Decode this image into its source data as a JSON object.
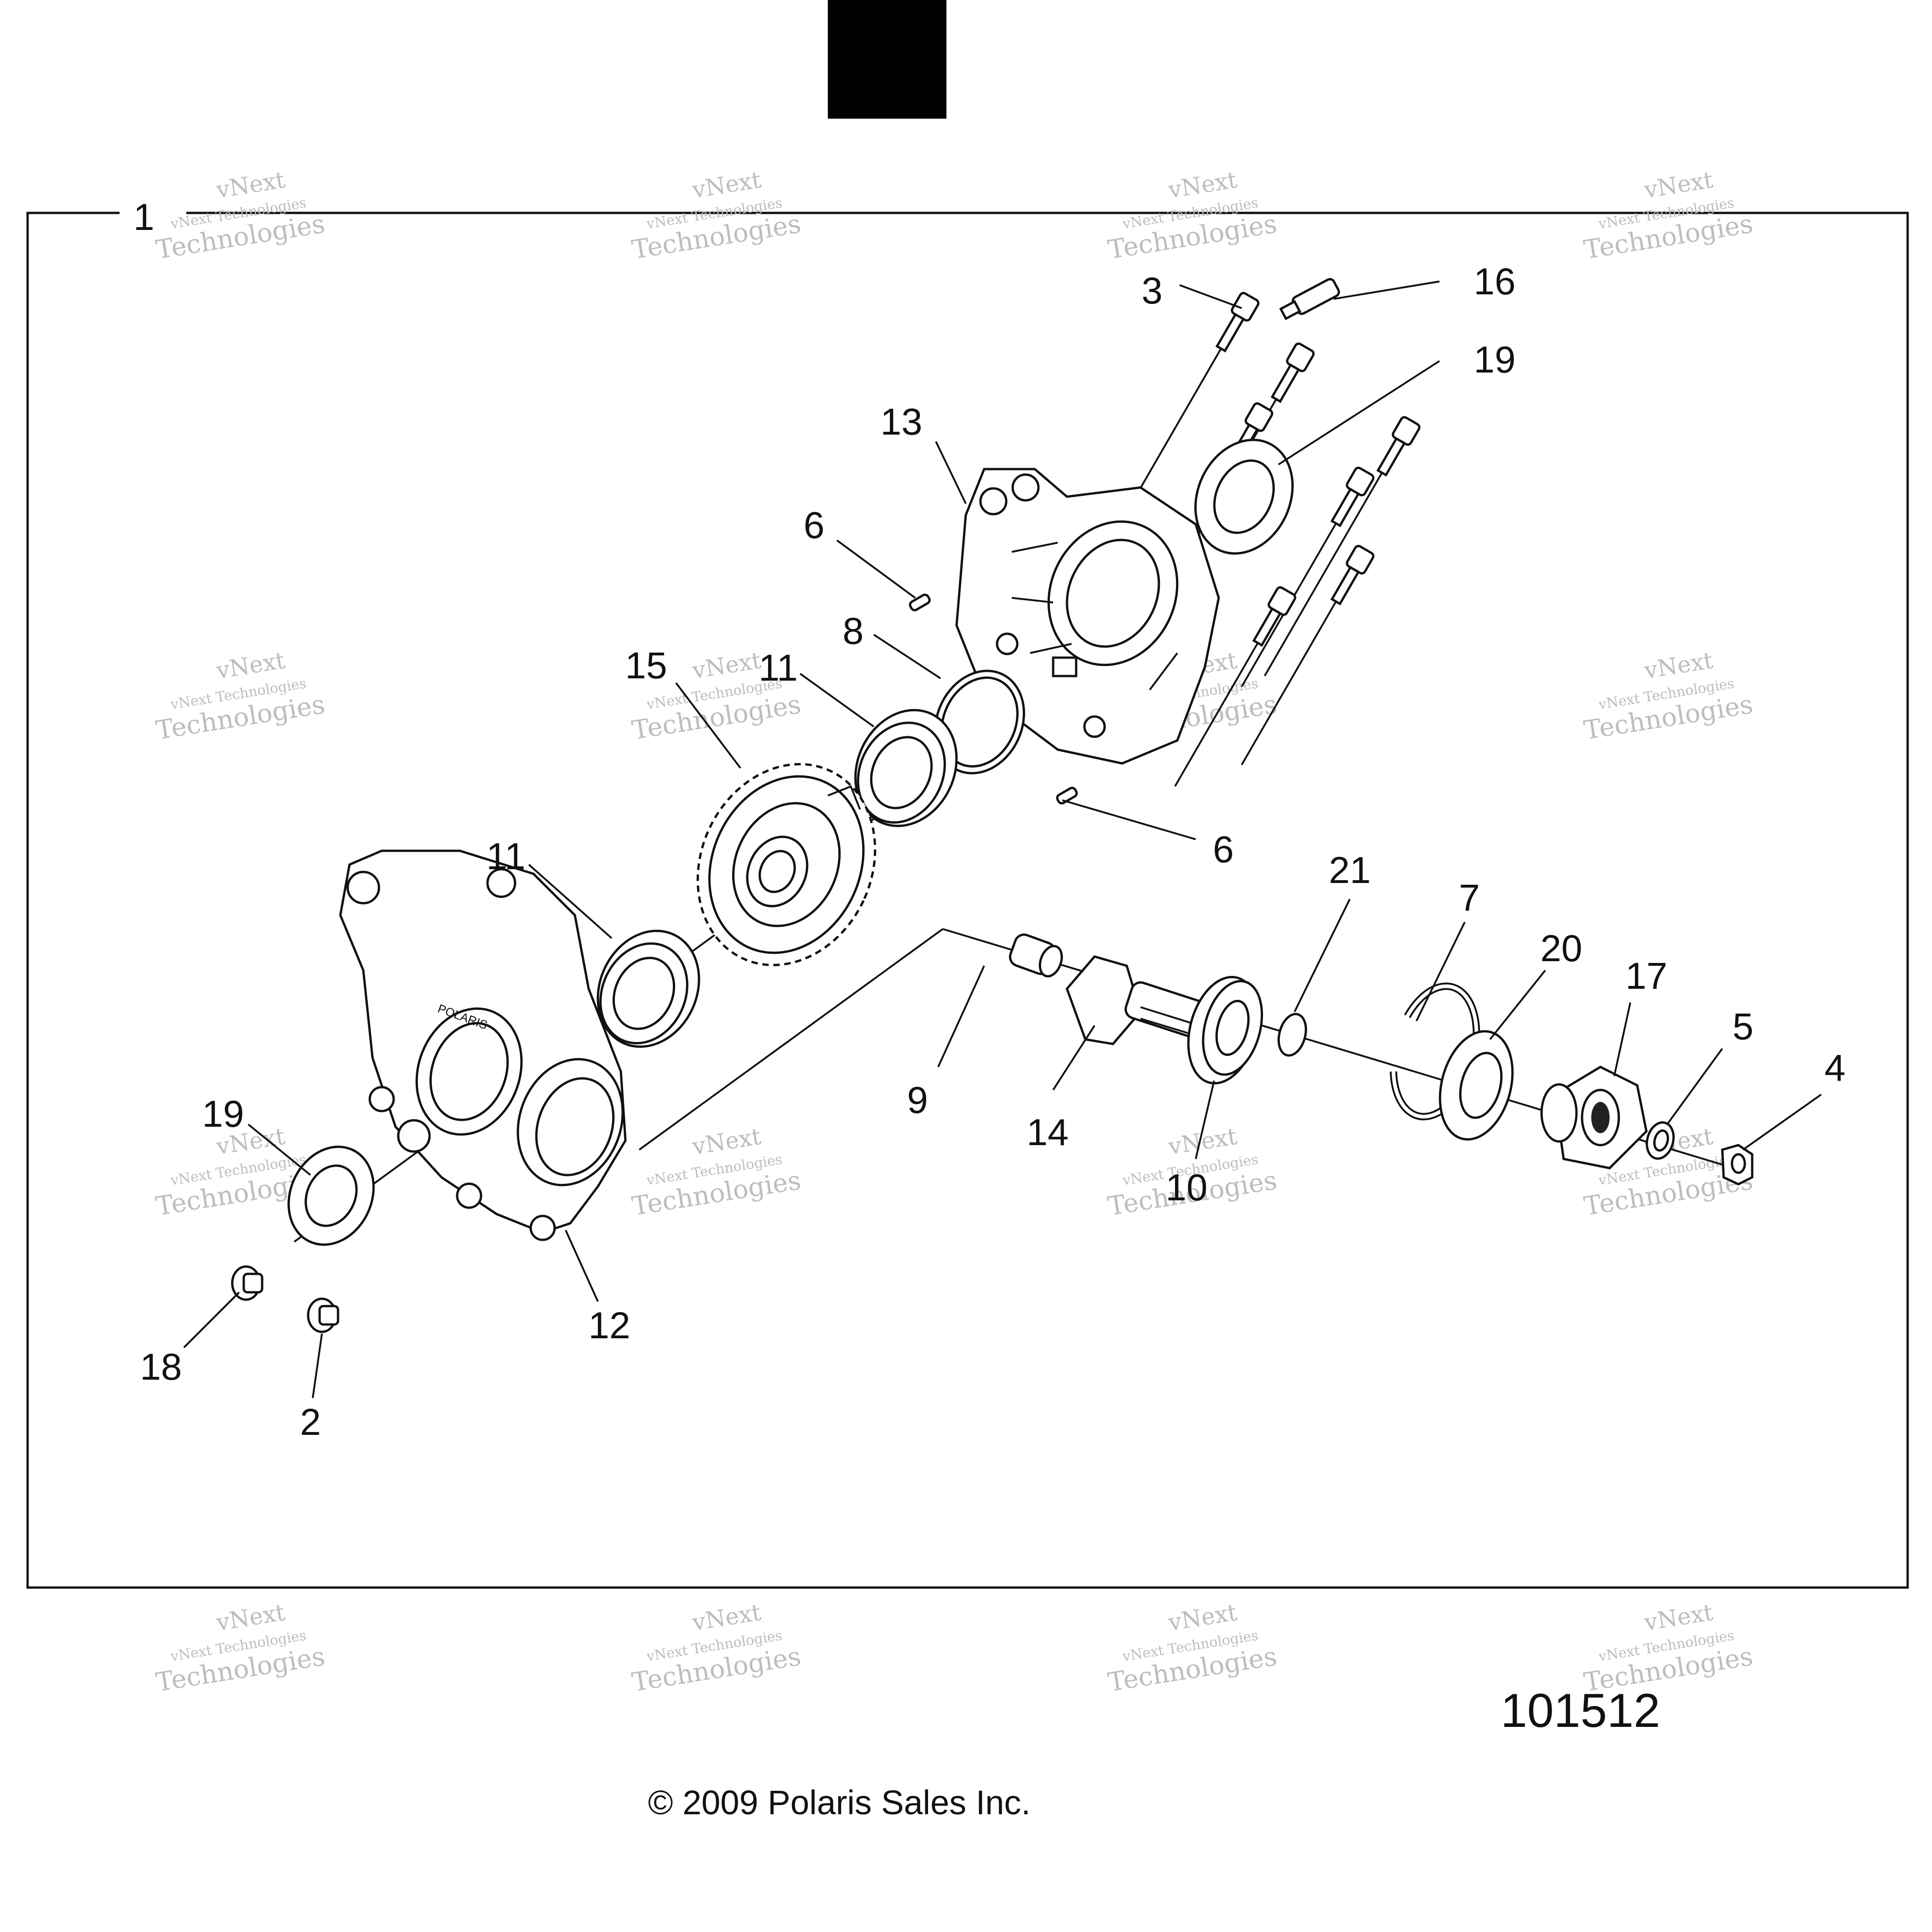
{
  "diagram": {
    "figure_number": "101512",
    "copyright": "© 2009 Polaris Sales Inc.",
    "watermark_lines": [
      "vNext",
      "vNext Technologies",
      "Technologies"
    ],
    "assembly_label": "1",
    "callouts": [
      {
        "id": "c3",
        "label": "3"
      },
      {
        "id": "c16",
        "label": "16"
      },
      {
        "id": "c19a",
        "label": "19"
      },
      {
        "id": "c13",
        "label": "13"
      },
      {
        "id": "c6a",
        "label": "6"
      },
      {
        "id": "c8",
        "label": "8"
      },
      {
        "id": "c15",
        "label": "15"
      },
      {
        "id": "c11a",
        "label": "11"
      },
      {
        "id": "c6b",
        "label": "6"
      },
      {
        "id": "c11b",
        "label": "11"
      },
      {
        "id": "c21",
        "label": "21"
      },
      {
        "id": "c7",
        "label": "7"
      },
      {
        "id": "c20",
        "label": "20"
      },
      {
        "id": "c17",
        "label": "17"
      },
      {
        "id": "c5",
        "label": "5"
      },
      {
        "id": "c4",
        "label": "4"
      },
      {
        "id": "c9",
        "label": "9"
      },
      {
        "id": "c14",
        "label": "14"
      },
      {
        "id": "c10",
        "label": "10"
      },
      {
        "id": "c19b",
        "label": "19"
      },
      {
        "id": "c12",
        "label": "12"
      },
      {
        "id": "c18",
        "label": "18"
      },
      {
        "id": "c2",
        "label": "2"
      }
    ]
  }
}
